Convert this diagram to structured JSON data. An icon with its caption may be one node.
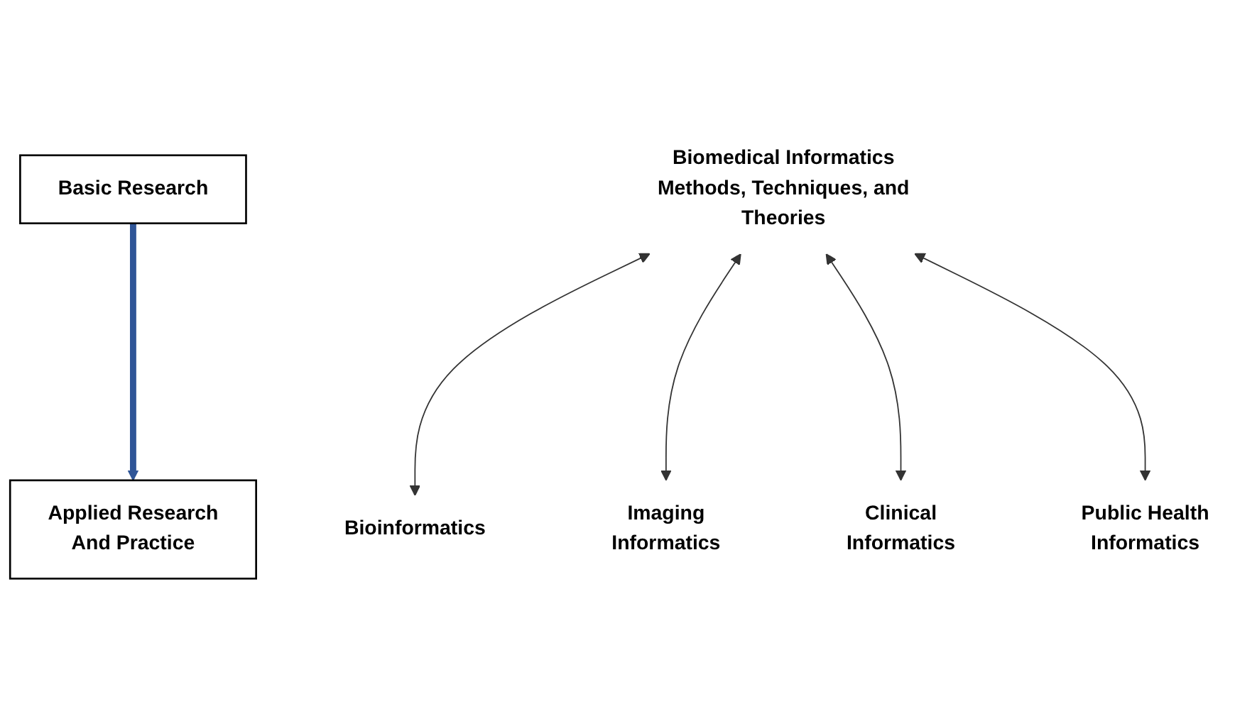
{
  "diagram": {
    "nodes": [
      {
        "text": [
          "Basic Research"
        ]
      },
      {
        "text": [
          "Applied Research And Practice"
        ]
      },
      {
        "text": [
          "Biomedical Informatics Methods, Techniques, and Theories"
        ]
      },
      {
        "text": [
          "Bioinformatics"
        ]
      },
      {
        "text": [
          "Imaging Informatics"
        ]
      },
      {
        "text": [
          "Clinical Informatics"
        ]
      },
      {
        "text": [
          "Public Health Informatics"
        ]
      }
    ],
    "edges": [
      {
        "from": 0,
        "to": 1,
        "arrow": "to",
        "style": "thick",
        "color": "#2f5597"
      },
      {
        "from": 2,
        "to": 3,
        "arrow": "both"
      },
      {
        "from": 2,
        "to": 4,
        "arrow": "both"
      },
      {
        "from": 2,
        "to": 5,
        "arrow": "both"
      },
      {
        "from": 2,
        "to": 6,
        "arrow": "both"
      }
    ]
  }
}
